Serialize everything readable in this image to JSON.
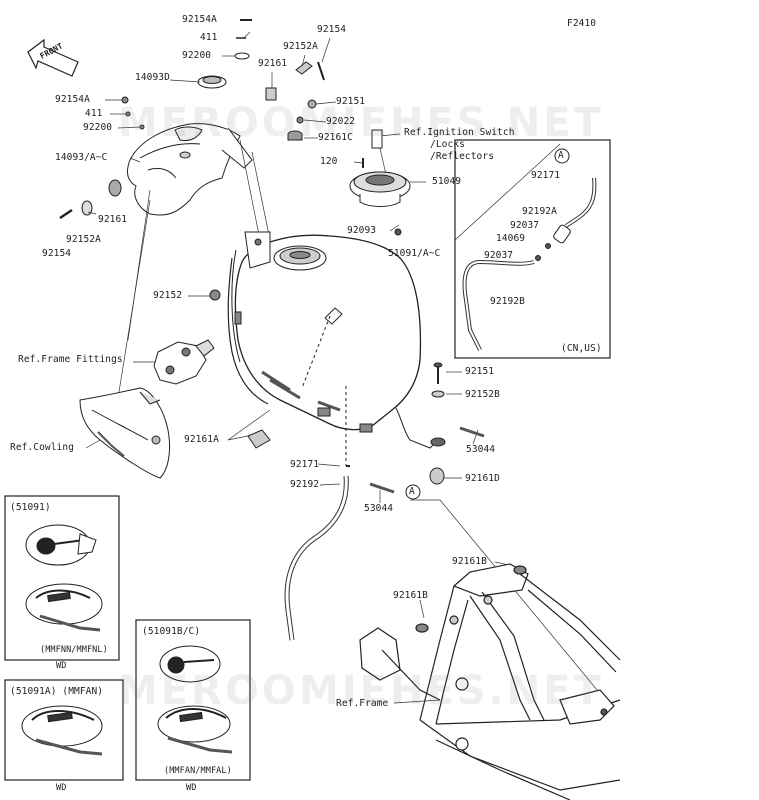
{
  "figure_code": "F2410",
  "front_arrow": "FRONT",
  "watermarks": [
    "MEROOMIEHES.NET",
    "MEROOMIEHES.NET"
  ],
  "callout_letter": "A",
  "part_labels": {
    "p92154A_top": "92154A",
    "p411_top": "411",
    "p92154_top": "92154",
    "p92152A_top": "92152A",
    "p92200_top": "92200",
    "p92161_top": "92161",
    "p14093D": "14093D",
    "p92154A_left": "92154A",
    "p411_left": "411",
    "p92200_left": "92200",
    "p92151_top": "92151",
    "p92022": "92022",
    "p92161C": "92161C",
    "p14093AC": "14093/A~C",
    "p120": "120",
    "p51049": "51049",
    "p92161_left": "92161",
    "p92152A_left": "92152A",
    "p92154_left": "92154",
    "p92093": "92093",
    "p51091AC": "51091/A~C",
    "p92152": "92152",
    "p92151_right": "92151",
    "p92152B": "92152B",
    "p92161A": "92161A",
    "p53044_right": "53044",
    "p92171": "92171",
    "p92192": "92192",
    "p92161D": "92161D",
    "p53044_bottom": "53044",
    "p92161B_right": "92161B",
    "p92161B_left": "92161B"
  },
  "ref_labels": {
    "ignition_1": "Ref.Ignition Switch",
    "ignition_2": "/Locks",
    "ignition_3": "/Reflectors",
    "frame_fittings": "Ref.Frame Fittings",
    "cowling": "Ref.Cowling",
    "frame": "Ref.Frame"
  },
  "inset_cnus": {
    "p92171": "92171",
    "p92192A": "92192A",
    "p92037_a": "92037",
    "p14069": "14069",
    "p92037_b": "92037",
    "p92192B": "92192B",
    "region": "(CN,US)"
  },
  "variant_boxes": {
    "box1_title": "(51091)",
    "box1_note": "(MMFNN/MMFNL)",
    "box1_wd": "WD",
    "box2_title": "(51091A)  (MMFAN)",
    "box2_wd": "WD",
    "box3_title": "(51091B/C)",
    "box3_note": "(MMFAN/MMFAL)",
    "box3_wd": "WD"
  }
}
